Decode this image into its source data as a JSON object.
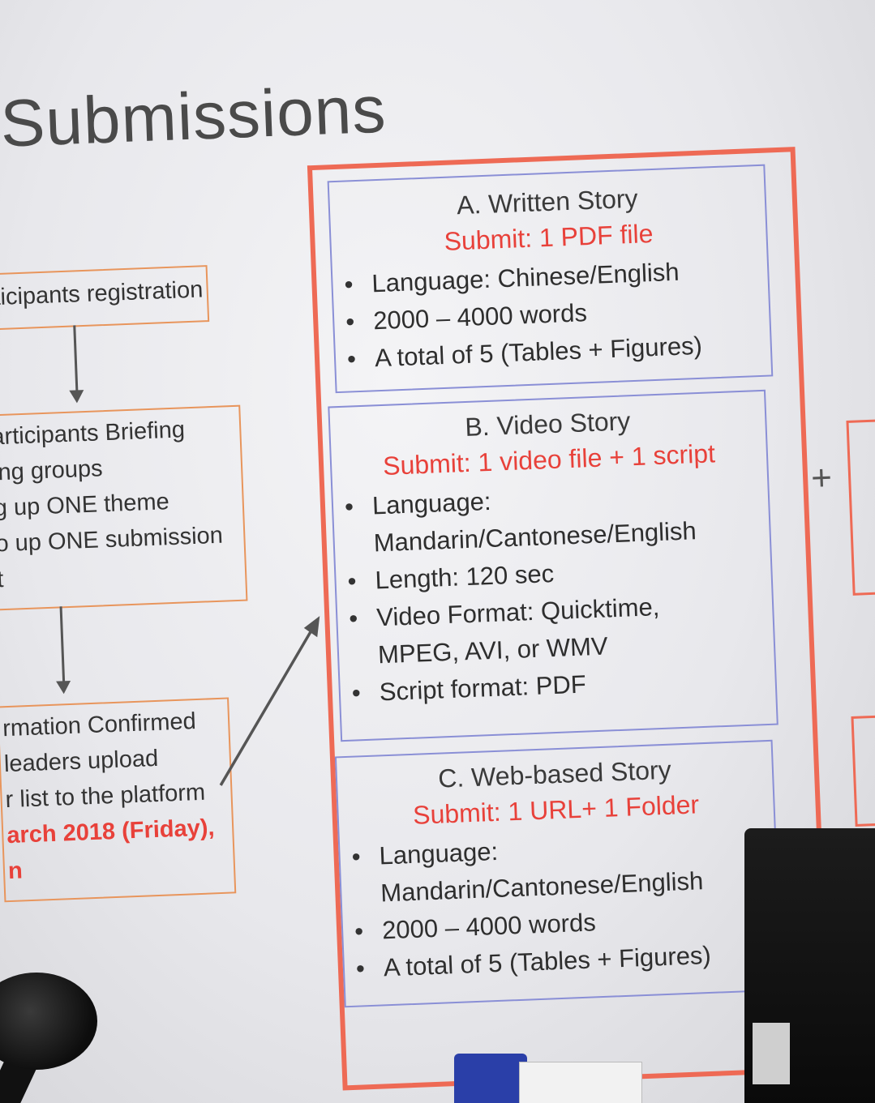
{
  "title": "Submissions",
  "left_flow": {
    "box1": [
      "rticipants registration"
    ],
    "box2": [
      "articipants Briefing",
      "ing groups",
      "g up ONE theme",
      "o up ONE submission",
      "t"
    ],
    "box3": [
      "rmation Confirmed",
      "leaders upload",
      "r list to the platform",
      "arch 2018 (Friday),",
      "n"
    ]
  },
  "written": {
    "heading": "A. Written Story",
    "submit": "Submit: 1 PDF file",
    "items": [
      "Language: Chinese/English",
      "2000 – 4000 words",
      "A total of 5 (Tables + Figures)"
    ]
  },
  "video": {
    "heading": "B. Video Story",
    "submit": "Submit: 1 video file + 1 script",
    "items": [
      "Language:",
      "Mandarin/Cantonese/English",
      "Length: 120 sec",
      "Video Format: Quicktime,",
      "MPEG, AVI, or WMV",
      "Script format: PDF"
    ]
  },
  "web": {
    "heading": "C. Web-based Story",
    "submit": "Submit: 1 URL+ 1 Folder",
    "items": [
      "Language:",
      "Mandarin/Cantonese/English",
      "2000 – 4000 words",
      "A total of 5 (Tables + Figures)"
    ]
  },
  "plus": "+",
  "colors": {
    "outer_border": "#ee6a55",
    "inner_border": "#8a8fd6",
    "submit_text": "#e8413a",
    "left_box_border": "#e8955c"
  }
}
